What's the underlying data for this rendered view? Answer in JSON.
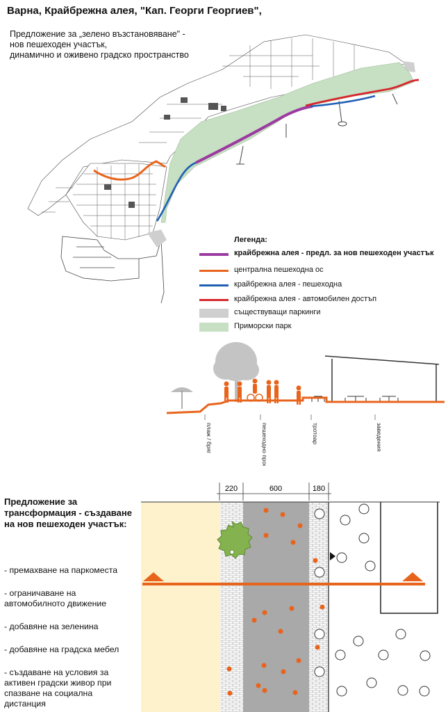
{
  "title": "Варна, Крайбрежна алея, \"Кап. Георги Георгиев\",",
  "subtitle": [
    "Предложение за „зелено възстановяване\" -",
    "нов пешеходен участък,",
    "динамично и оживено градско пространство"
  ],
  "legend": {
    "title": "Легенда:",
    "items": [
      {
        "label": "крайбрежна алея - предл. за нов пешеходен участък",
        "color": "#9b3aa0",
        "kind": "line",
        "bold": true
      },
      {
        "label": "централна пешеходна ос",
        "color": "#e8641c",
        "kind": "line",
        "bold": false
      },
      {
        "label": "крайбрежна алея - пешеходна",
        "color": "#1f5fb4",
        "kind": "line",
        "bold": false
      },
      {
        "label": "крайбрежна алея - автомобилен достъп",
        "color": "#d7262b",
        "kind": "line",
        "bold": false
      },
      {
        "label": "съществуващи паркинги",
        "color": "#cfcfcf",
        "kind": "box",
        "bold": false
      },
      {
        "label": "Приморски парк",
        "color": "#c7dfc3",
        "kind": "box",
        "bold": false
      }
    ]
  },
  "section_labels": [
    "плаж / бряг",
    "пешеходно пространство",
    "тротоар",
    "заведения"
  ],
  "plan_dims": [
    "220",
    "600",
    "180"
  ],
  "proposal_title": "Предложение за трансформация - създаване на нов пешеходен участък:",
  "bullets": [
    "- премахване на паркоместа",
    "- ограничаване на автомобилното движение",
    "- добавяне на зеленина",
    "- добавяне на градска мебел",
    "- създаване на условия за активен градски живор при спазване на социална дистанция"
  ],
  "colors": {
    "accent_orange": "#e8641c",
    "park_green": "#c7dfc3",
    "sand": "#fdf2cc",
    "road_gray": "#a9a9a9"
  }
}
